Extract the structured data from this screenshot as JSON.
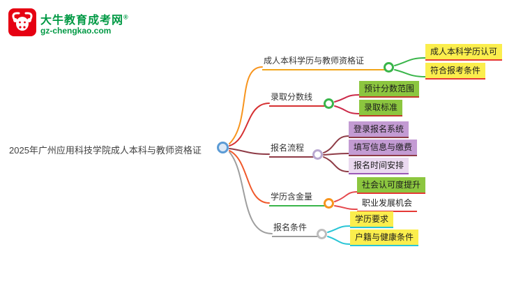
{
  "logo": {
    "site_name": "大牛教育成考网",
    "registered_mark": "®",
    "site_domain": "gz-chengkao.com"
  },
  "mindmap": {
    "root": {
      "label": "2025年广州应用科技学院成人本科与教师资格证"
    },
    "branches": [
      {
        "label": "成人本科学历与教师资格证",
        "children": [
          {
            "label": "成人本科学历认可"
          },
          {
            "label": "符合报考条件"
          }
        ]
      },
      {
        "label": "录取分数线",
        "children": [
          {
            "label": "预计分数范围"
          },
          {
            "label": "录取标准"
          }
        ]
      },
      {
        "label": "报名流程",
        "children": [
          {
            "label": "登录报名系统"
          },
          {
            "label": "填写信息与缴费"
          },
          {
            "label": "报名时间安排"
          }
        ]
      },
      {
        "label": "学历含金量",
        "children": [
          {
            "label": "社会认可度提升"
          },
          {
            "label": "职业发展机会"
          }
        ]
      },
      {
        "label": "报名条件",
        "children": [
          {
            "label": "学历要求"
          },
          {
            "label": "户籍与健康条件"
          }
        ]
      }
    ]
  },
  "colors": {
    "brand_green": "#009944",
    "logo_red": "#e60012",
    "root_ring": "#5b9bd5",
    "branch_1_line": "#f7941d",
    "branch_1_ring": "#39b54a",
    "branch_2_line": "#d63031",
    "branch_2_ring": "#39b54a",
    "branch_3_line": "#8e3b46",
    "branch_3_ring": "#b9a7d0",
    "branch_4_line": "#f0592b",
    "branch_4_ring": "#f7941d",
    "branch_5_line": "#9e9e9e",
    "branch_5_ring": "#bdbdbd",
    "child_line_green": "#39b54a",
    "child_line_crimson": "#cc2a49",
    "child_line_maroon": "#8e3b46",
    "child_line_red": "#e5484d",
    "child_line_cyan": "#29c5d6",
    "highlight_yellow": "#fbee4d",
    "highlight_green": "#8cc63f",
    "highlight_purple": "#c39bd3",
    "highlight_lavender": "#ead9f0",
    "underline_red": "#e53935",
    "underline_cyan": "#29c5d6"
  }
}
